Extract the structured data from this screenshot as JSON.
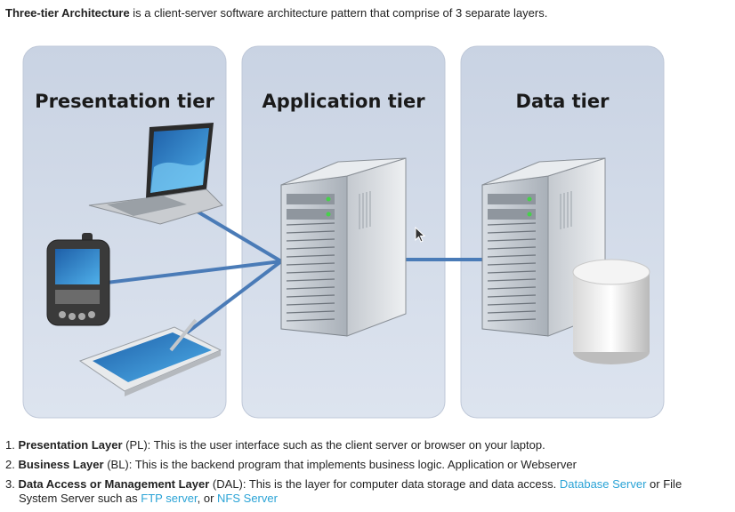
{
  "intro": {
    "term": "Three-tier Architecture",
    "text": " is a client-server software architecture pattern that comprise of 3 separate layers."
  },
  "diagram": {
    "tiers": [
      {
        "title": "Presentation tier"
      },
      {
        "title": "Application tier"
      },
      {
        "title": "Data tier"
      }
    ],
    "icons": [
      "laptop-icon",
      "pda-icon",
      "tablet-icon",
      "server-icon",
      "database-icon"
    ]
  },
  "layers": [
    {
      "num": "1.",
      "name": "Presentation Layer",
      "text": " (PL): This is the user interface such as the client server or browser on your laptop."
    },
    {
      "num": "2.",
      "name": "Business Layer",
      "text": " (BL): This is the backend program that implements business logic. Application or Webserver"
    },
    {
      "num": "3.",
      "name": "Data Access or Management Layer",
      "text": " (DAL): This is the layer for computer data storage and data access. ",
      "link1": "Database Server",
      "mid1": " or File System Server such as ",
      "link2": "FTP server",
      "mid2": ", or ",
      "link3": "NFS Server"
    }
  ],
  "colors": {
    "panel": "#d3dcea",
    "connector": "#4a7bb7",
    "link": "#2aa3d6"
  }
}
